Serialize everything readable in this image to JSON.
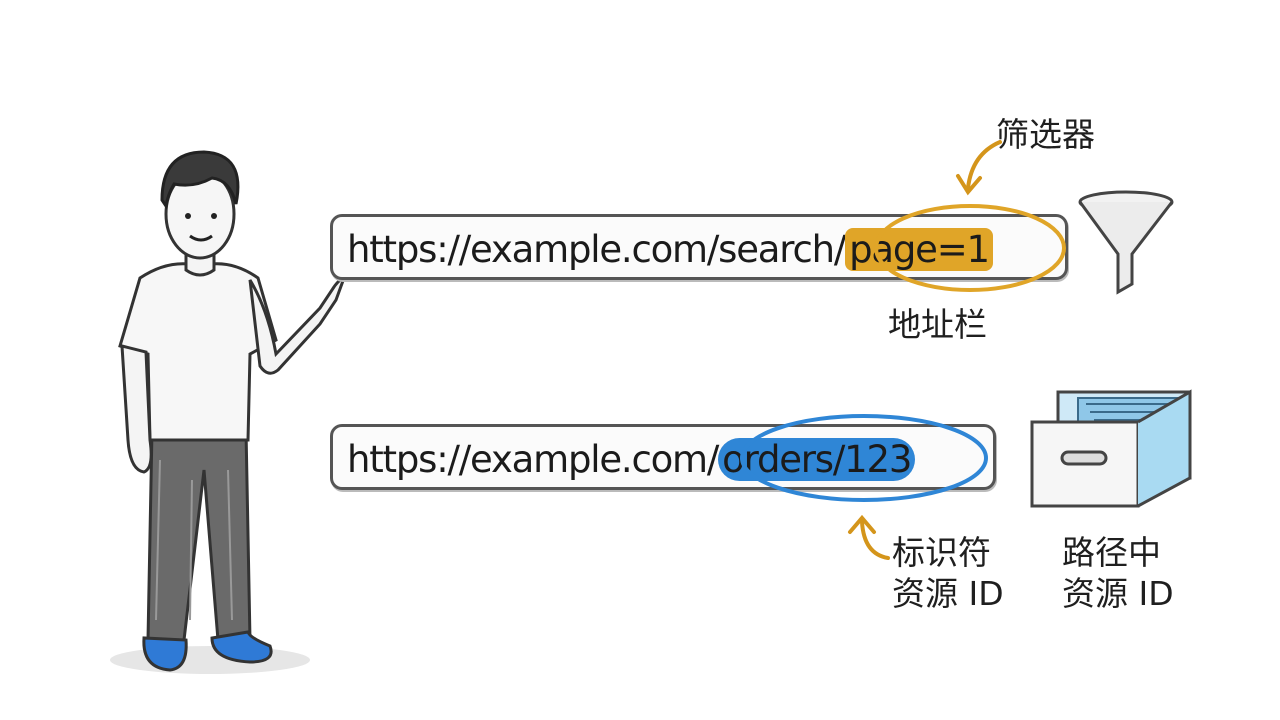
{
  "colors": {
    "filter_accent": "#e0a528",
    "id_accent": "#2f86d6",
    "shoe_blue": "#2f7ad6",
    "outline": "#555555"
  },
  "query_url": {
    "prefix": "https://example.com/search/",
    "highlight": "page=1"
  },
  "path_url": {
    "prefix": "https://example.com/",
    "highlight": "orders/123"
  },
  "labels": {
    "filter": "筛选器",
    "address_bar": "地址栏",
    "identifier_line1": "标识符",
    "identifier_line2": "资源 ID",
    "path_line1": "路径中",
    "path_line2": "资源 ID"
  },
  "icons": {
    "funnel": "funnel-icon",
    "box": "file-box-icon",
    "person": "person-illustration"
  }
}
